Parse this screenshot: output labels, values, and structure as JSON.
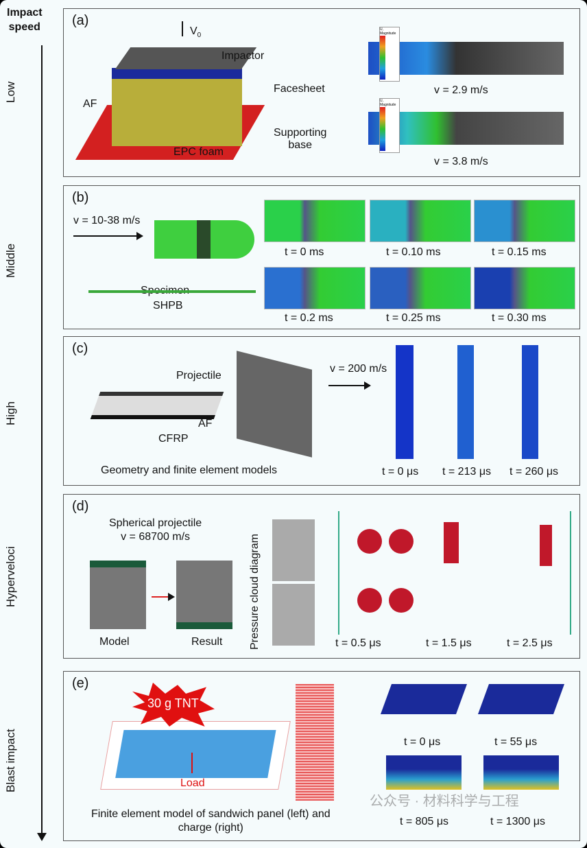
{
  "axis": {
    "title_line1": "Impact",
    "title_line2": "speed",
    "levels": [
      "Low",
      "Middle",
      "High",
      "Hyperveloci",
      "Blast  impact"
    ]
  },
  "a": {
    "label": "(a)",
    "v0": "V",
    "v0_sub": "0",
    "impactor": "Impactor",
    "facesheet": "Facesheet",
    "af": "AF",
    "base_line1": "Supporting",
    "base_line2": "base",
    "foam": "EPC foam",
    "legend_title": "U, Magnitude",
    "v1": "v = 2.9 m/s",
    "v2": "v = 3.8 m/s"
  },
  "b": {
    "label": "(b)",
    "velocity": "v = 10-38 m/s",
    "specimen": "Specimen",
    "shpb": "SHPB",
    "times": [
      "t = 0 ms",
      "t = 0.10 ms",
      "t = 0.15 ms",
      "t = 0.2 ms",
      "t = 0.25 ms",
      "t = 0.30 ms"
    ]
  },
  "c": {
    "label": "(c)",
    "projectile": "Projectile",
    "cfrp": "CFRP",
    "af": "AF",
    "velocity": "v = 200 m/s",
    "caption": "Geometry and finite element models",
    "times": [
      "t = 0 μs",
      "t = 213 μs",
      "t = 260 μs"
    ]
  },
  "d": {
    "label": "(d)",
    "title_line1": "Spherical projectile",
    "title_line2": "v = 68700 m/s",
    "model": "Model",
    "result": "Result",
    "pressure": "Pressure cloud diagram",
    "times": [
      "t = 0.5 μs",
      "t = 1.5 μs",
      "t = 2.5 μs"
    ]
  },
  "e": {
    "label": "(e)",
    "tnt": "30 g TNT",
    "load": "Load",
    "caption_line1": "Finite element model of sandwich panel (left) and",
    "caption_line2": "charge (right)",
    "times": [
      "t = 0 μs",
      "t = 55 μs",
      "t = 805 μs",
      "t = 1300 μs"
    ]
  },
  "watermark": "公众号 · 材料科学与工程"
}
